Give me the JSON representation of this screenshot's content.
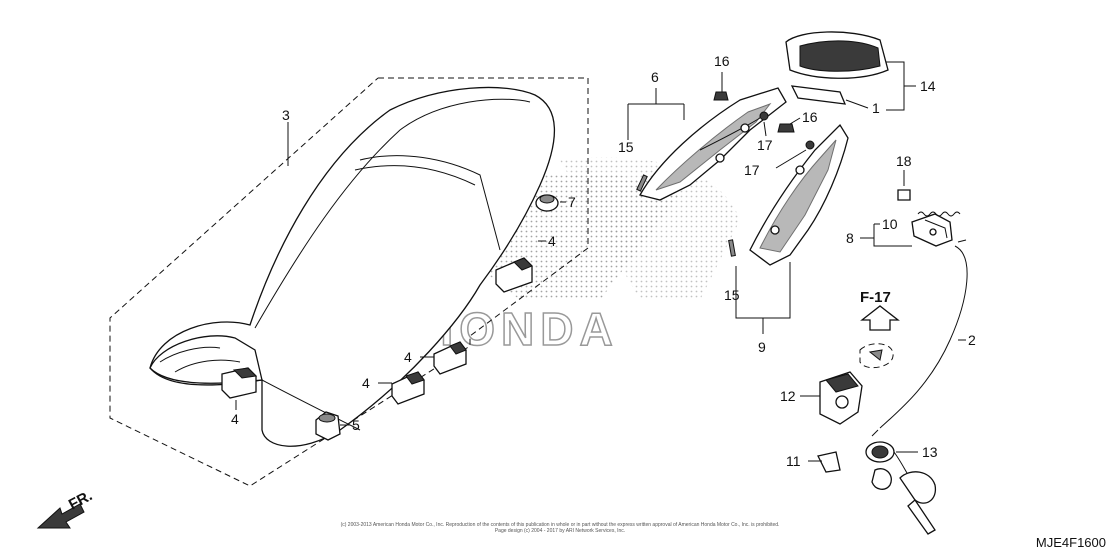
{
  "diagram": {
    "part_code": "MJE4F1600",
    "watermark": "HONDA",
    "front_indicator": "FR.",
    "reference": "F-17",
    "copyright_line1": "(c) 2003-2013 American Honda Motor Co., Inc. Reproduction of the contents of this publication in whole or in part without the express written approval of American Honda Motor Co., Inc. is prohibited.",
    "copyright_line2": "Page design (c) 2004 - 2017 by ARI Network Services, Inc.",
    "callouts": {
      "c1": "1",
      "c2": "2",
      "c3": "3",
      "c4a": "4",
      "c4b": "4",
      "c4c": "4",
      "c4d": "4",
      "c5": "5",
      "c6": "6",
      "c7": "7",
      "c8": "8",
      "c9": "9",
      "c10": "10",
      "c11": "11",
      "c12": "12",
      "c13": "13",
      "c14": "14",
      "c15a": "15",
      "c15b": "15",
      "c16a": "16",
      "c16b": "16",
      "c17a": "17",
      "c17b": "17",
      "c18": "18"
    }
  }
}
